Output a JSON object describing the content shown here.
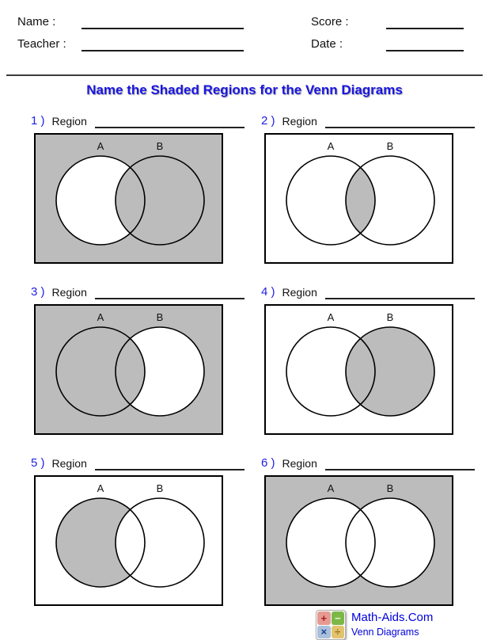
{
  "header": {
    "name_label": "Name :",
    "name_value": "",
    "teacher_label": "Teacher :",
    "teacher_value": "",
    "score_label": "Score :",
    "score_value": "",
    "date_label": "Date :",
    "date_value": ""
  },
  "title": "Name the Shaded Regions for the Venn Diagrams",
  "items": [
    {
      "number_label": "1 )",
      "prompt": "Region",
      "answer_value": "",
      "set_labels": [
        "A",
        "B"
      ],
      "shaded": {
        "outside": true,
        "a_only": false,
        "intersection": true,
        "b_only": true
      }
    },
    {
      "number_label": "2 )",
      "prompt": "Region",
      "answer_value": "",
      "set_labels": [
        "A",
        "B"
      ],
      "shaded": {
        "outside": false,
        "a_only": false,
        "intersection": true,
        "b_only": false
      }
    },
    {
      "number_label": "3 )",
      "prompt": "Region",
      "answer_value": "",
      "set_labels": [
        "A",
        "B"
      ],
      "shaded": {
        "outside": true,
        "a_only": true,
        "intersection": true,
        "b_only": false
      }
    },
    {
      "number_label": "4 )",
      "prompt": "Region",
      "answer_value": "",
      "set_labels": [
        "A",
        "B"
      ],
      "shaded": {
        "outside": false,
        "a_only": false,
        "intersection": true,
        "b_only": true
      }
    },
    {
      "number_label": "5 )",
      "prompt": "Region",
      "answer_value": "",
      "set_labels": [
        "A",
        "B"
      ],
      "shaded": {
        "outside": false,
        "a_only": true,
        "intersection": false,
        "b_only": false
      }
    },
    {
      "number_label": "6 )",
      "prompt": "Region",
      "answer_value": "",
      "set_labels": [
        "A",
        "B"
      ],
      "shaded": {
        "outside": true,
        "a_only": false,
        "intersection": false,
        "b_only": false
      }
    }
  ],
  "colors": {
    "shaded_fill": "#bcbcbc",
    "unshaded_fill": "#ffffff",
    "outline": "#000000",
    "title_blue": "#1a16e0",
    "number_blue": "#2020e8",
    "link_blue": "#0000dd"
  },
  "footer": {
    "site_name": "Math-Aids.Com",
    "worksheet_name": "Venn Diagrams",
    "logo_symbols": [
      "+",
      "−",
      "×",
      "÷"
    ]
  }
}
